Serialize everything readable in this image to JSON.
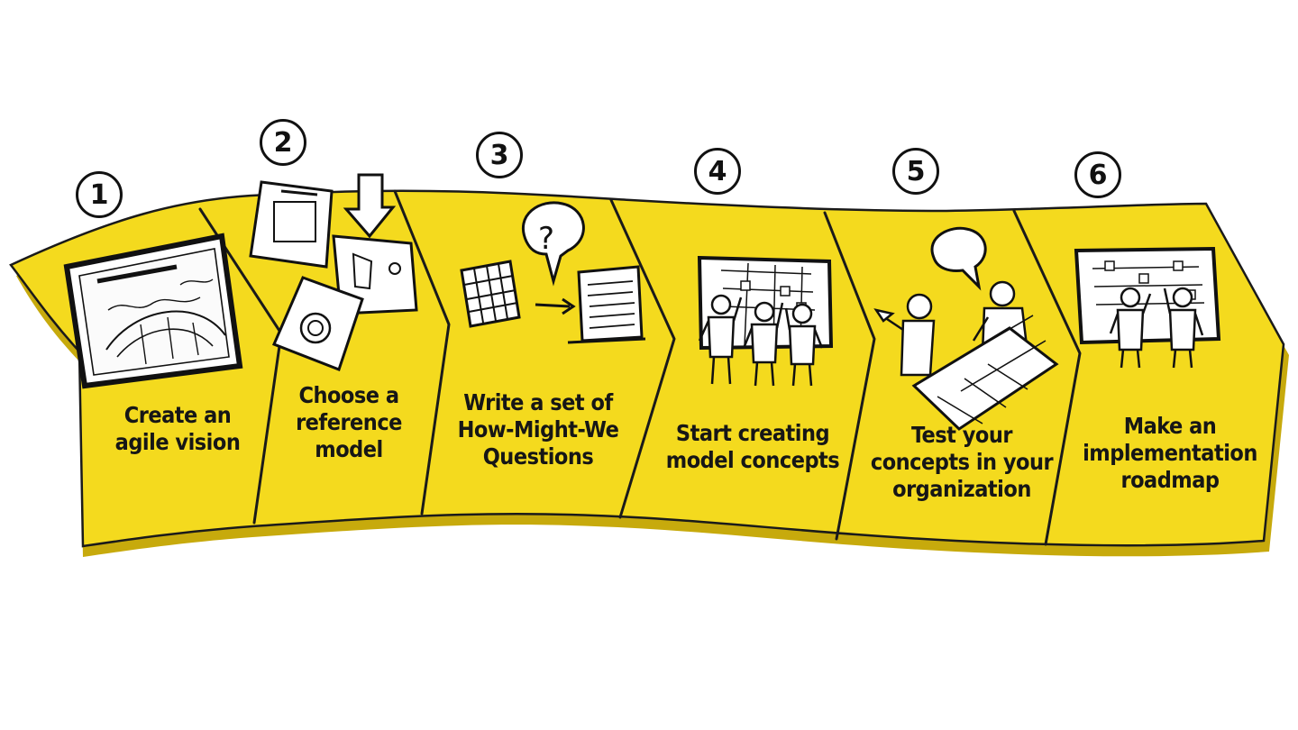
{
  "colors": {
    "band_fill": "#f4da1e",
    "band_shadow": "#b99e0a",
    "ink": "#161616",
    "paper": "#ffffff"
  },
  "steps": [
    {
      "number": "1",
      "label": "Create an\nagile vision",
      "icon": "vision-board-icon"
    },
    {
      "number": "2",
      "label": "Choose a\nreference\nmodel",
      "icon": "reference-sheets-icon"
    },
    {
      "number": "3",
      "label": "Write a set of\nHow-Might-We\nQuestions",
      "icon": "question-grid-icon"
    },
    {
      "number": "4",
      "label": "Start creating\nmodel concepts",
      "icon": "team-at-board-icon"
    },
    {
      "number": "5",
      "label": "Test your\nconcepts in your\norganization",
      "icon": "discussion-table-icon"
    },
    {
      "number": "6",
      "label": "Make an\nimplementation\nroadmap",
      "icon": "roadmap-board-icon"
    }
  ]
}
